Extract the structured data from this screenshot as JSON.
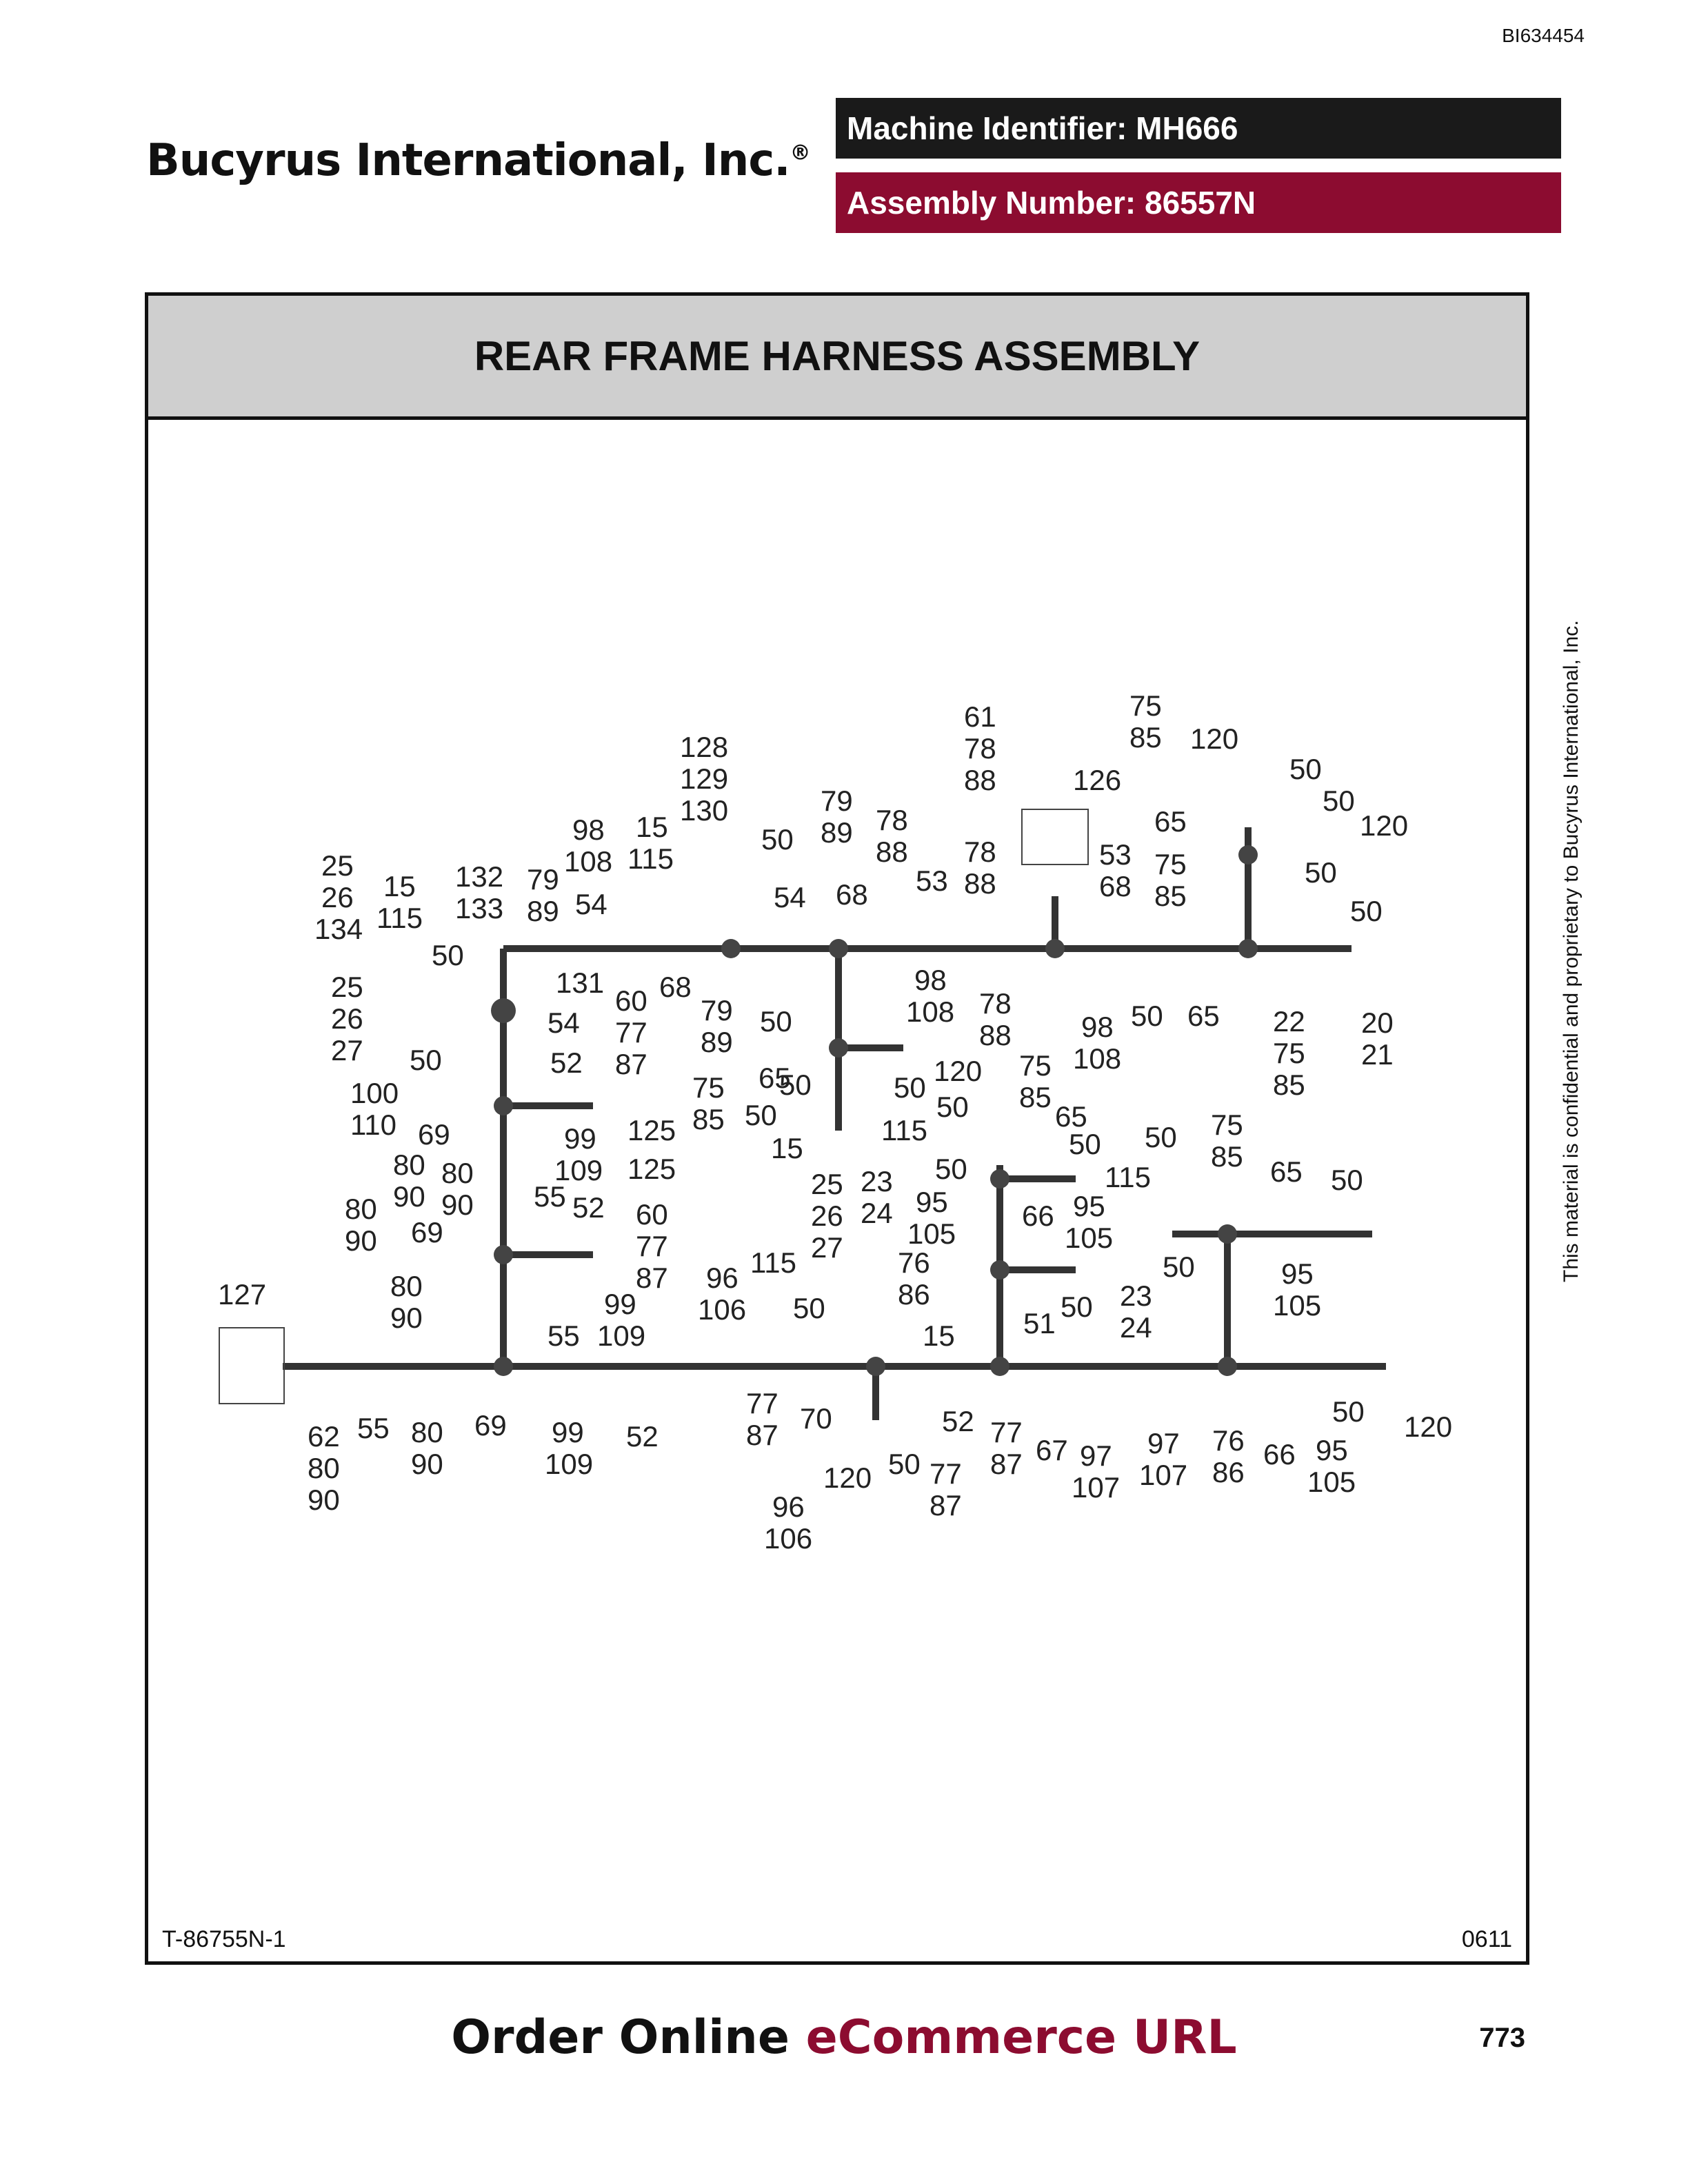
{
  "document_id": "BI634454",
  "company": "Bucyrus International, Inc.",
  "company_mark": "®",
  "machine_identifier": "Machine Identifier: MH666",
  "assembly_number": "Assembly Number: 86557N",
  "title": "REAR FRAME HARNESS ASSEMBLY",
  "drawing_number": "T-86755N-1",
  "date_code": "0611",
  "side_notice": "This material is confidential and proprietary to Bucyrus International, Inc.",
  "footer": {
    "order": "Order Online",
    "ecommerce": "eCommerce URL"
  },
  "page_number": "773",
  "callouts": {
    "c1": "25",
    "c2": "26",
    "c3": "134",
    "c4": "15",
    "c5": "115",
    "c6": "132",
    "c7": "133",
    "c8": "79",
    "c9": "89",
    "c10": "98",
    "c11": "108",
    "c12": "54",
    "c13": "15",
    "c14": "115",
    "c15": "128",
    "c16": "129",
    "c17": "130",
    "c18": "50",
    "c19": "54",
    "c20": "79",
    "c21": "89",
    "c22": "68",
    "c23": "78",
    "c24": "88",
    "c25": "53",
    "c26": "61",
    "c27": "78",
    "c28": "88",
    "c29": "78",
    "c30": "88",
    "c31": "126",
    "c32": "53",
    "c33": "68",
    "c34": "75",
    "c35": "85",
    "c36": "120",
    "c37": "50",
    "c38": "50",
    "c39": "120",
    "c40": "65",
    "c41": "75",
    "c42": "85",
    "c43": "50",
    "c44": "50",
    "c45": "50",
    "c46": "25",
    "c47": "26",
    "c48": "27",
    "c49": "131",
    "c50": "60",
    "c51": "77",
    "c52": "87",
    "c53": "68",
    "c54": "79",
    "c55": "89",
    "c56": "50",
    "c57": "54",
    "c58": "98",
    "c59": "108",
    "c60": "78",
    "c61": "88",
    "c62": "98",
    "c63": "108",
    "c64": "50",
    "c65": "65",
    "c66": "22",
    "c67": "75",
    "c68": "85",
    "c69": "20",
    "c70": "21",
    "c71": "50",
    "c72": "52",
    "c73": "100",
    "c74": "110",
    "c75": "69",
    "c76": "99",
    "c77": "125",
    "c78": "109",
    "c79": "125",
    "c80": "75",
    "c81": "85",
    "c82": "65",
    "c83": "50",
    "c84": "120",
    "c85": "50",
    "c86": "50",
    "c87": "115",
    "c88": "15",
    "c89": "75",
    "c90": "85",
    "c91": "65",
    "c92": "50",
    "c93": "50",
    "c94": "75",
    "c95": "85",
    "c96": "65",
    "c97": "50",
    "c98": "80",
    "c99": "90",
    "c100": "80",
    "c101": "90",
    "c102": "55",
    "c103": "52",
    "c104": "60",
    "c105": "77",
    "c106": "87",
    "c107": "80",
    "c108": "90",
    "c109": "69",
    "c110": "99",
    "c111": "25",
    "c112": "26",
    "c113": "27",
    "c114": "23",
    "c115": "24",
    "c116": "50",
    "c117": "95",
    "c118": "105",
    "c119": "66",
    "c120": "95",
    "c121": "105",
    "c122": "115",
    "c123": "50",
    "c124": "95",
    "c125": "105",
    "c126": "127",
    "c127": "80",
    "c128": "90",
    "c129": "55",
    "c130": "109",
    "c131": "96",
    "c132": "106",
    "c133": "115",
    "c134": "50",
    "c135": "76",
    "c136": "86",
    "c137": "50",
    "c138": "51",
    "c139": "23",
    "c140": "24",
    "c141": "62",
    "c142": "80",
    "c143": "90",
    "c144": "55",
    "c145": "80",
    "c146": "90",
    "c147": "69",
    "c148": "99",
    "c149": "109",
    "c150": "52",
    "c151": "77",
    "c152": "87",
    "c153": "70",
    "c154": "120",
    "c155": "50",
    "c156": "96",
    "c157": "106",
    "c158": "77",
    "c159": "87",
    "c160": "52",
    "c161": "77",
    "c162": "87",
    "c163": "67",
    "c164": "97",
    "c165": "107",
    "c166": "97",
    "c167": "107",
    "c168": "76",
    "c169": "86",
    "c170": "66",
    "c171": "95",
    "c172": "105",
    "c173": "50",
    "c174": "120",
    "c175": "15",
    "c176": "50"
  }
}
